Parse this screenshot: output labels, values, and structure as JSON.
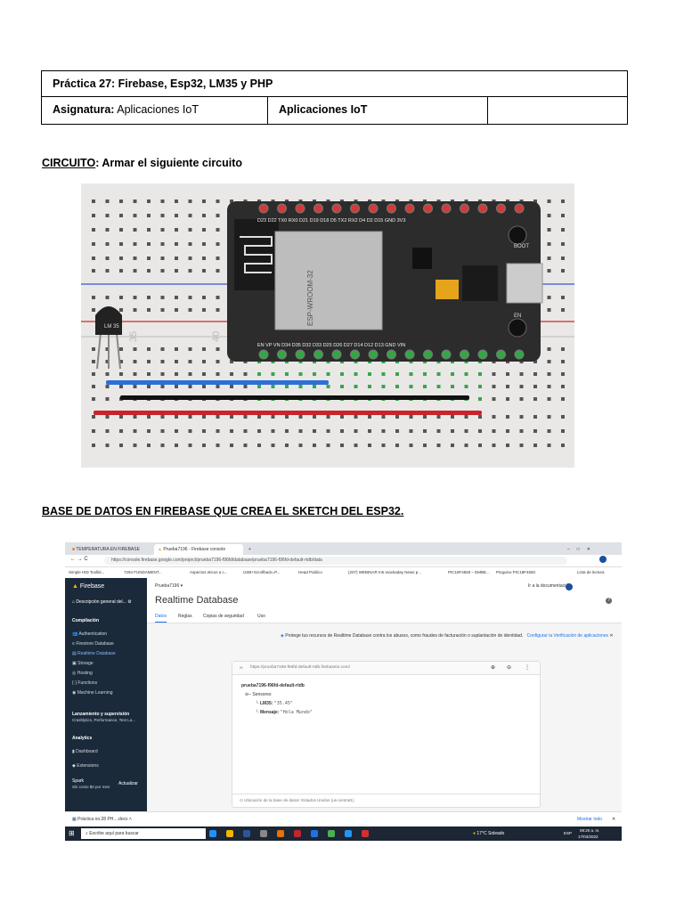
{
  "header": {
    "title": "Práctica 27: Firebase, Esp32, LM35 y PHP",
    "subject_label": "Asignatura:",
    "subject_value": "Aplicaciones IoT",
    "middle_cell": "Aplicaciones IoT",
    "right_cell": ""
  },
  "circuit": {
    "heading_u": "CIRCUITO",
    "heading_rest": ": Armar el siguiente circuito"
  },
  "breadboard": {
    "col_35": "35",
    "col_40": "40",
    "sensor_label": "LM\n35",
    "top_pins": "D23 D22 TX0 RX0 D21 D19 D18 D5 TX2 RX2 D4 D2 D15 GND 3V3",
    "bottom_pins": "EN VP VN D34 D35 D32 D33 D25 D26 D27 D14 D12 D13 GND VIN",
    "module_text": "ESP-WROOM-32",
    "btn_top": "BOOT",
    "btn_bottom": "EN"
  },
  "firebase_heading": "BASE DE DATOS EN FIREBASE QUE CREA EL SKETCH DEL ESP32.",
  "screenshot": {
    "tab1": "TEMPERATURA EN FIREBASE",
    "tab2": "Prueba7196 - Firebase console",
    "url": "https://console.firebase.google.com/project/prueba7196-f96fd/database/prueba7196-f96fd-default-rtdb/data",
    "bookmarks": [
      "Simple HID Toolkit...",
      "7294 FUNDAMENT...",
      "Aspectos eticos a c...",
      "USB+Scrollback=P...",
      "Head Publico",
      "(207) WEBINAR Intr...",
      "Hackaday News p...",
      "PIC18F4550 – EMBE...",
      "Pinguino PIC18F4550",
      "Lista de lectura"
    ],
    "brand": "Firebase",
    "project": "Prueba7196",
    "overview": "Descripción general del...",
    "build": "Compilación",
    "side_items": [
      "Authentication",
      "Firestore Database",
      "Realtime Database",
      "Storage",
      "Hosting",
      "Functions",
      "Machine Learning"
    ],
    "release": "Lanzamiento y supervisión",
    "release_sub": "Crashlytics, Performance, Test La...",
    "analytics": "Analytics",
    "dashboard": "Dashboard",
    "extensions": "Extensions",
    "plan": "Spark",
    "plan_sub": "Sin costo $0 por mes",
    "upgrade": "Actualizar",
    "page_title": "Realtime Database",
    "docs": "Ir a la documentación",
    "tabs": [
      "Datos",
      "Reglas",
      "Copias de seguridad",
      "Uso"
    ],
    "banner": "Protege tus recursos de Realtime Database contra los abusos, como fraudes de facturación o suplantación de identidad.",
    "banner_link": "Configurar la Verificación de aplicaciones",
    "db_url": "https://prueba7196-f96fd-default-rtdb.firebaseio.com/",
    "db_root": "prueba7196-f96fd-default-rtdb",
    "node": "Sensores",
    "k1": "LM35:",
    "v1": "\"35.45\"",
    "k2": "Mensaje:",
    "v2": "\"Hola Mundo\"",
    "location": "Ubicación de la base de datos: Estados Unidos (us-central1)",
    "download": "Práctica no.28 PH....docx",
    "show_all": "Mostrar todo",
    "search": "Escribe aquí para buscar",
    "weather": "17°C  Soleado",
    "lang": "ESP",
    "time": "09:20 a. m.",
    "date": "17/03/2022"
  }
}
